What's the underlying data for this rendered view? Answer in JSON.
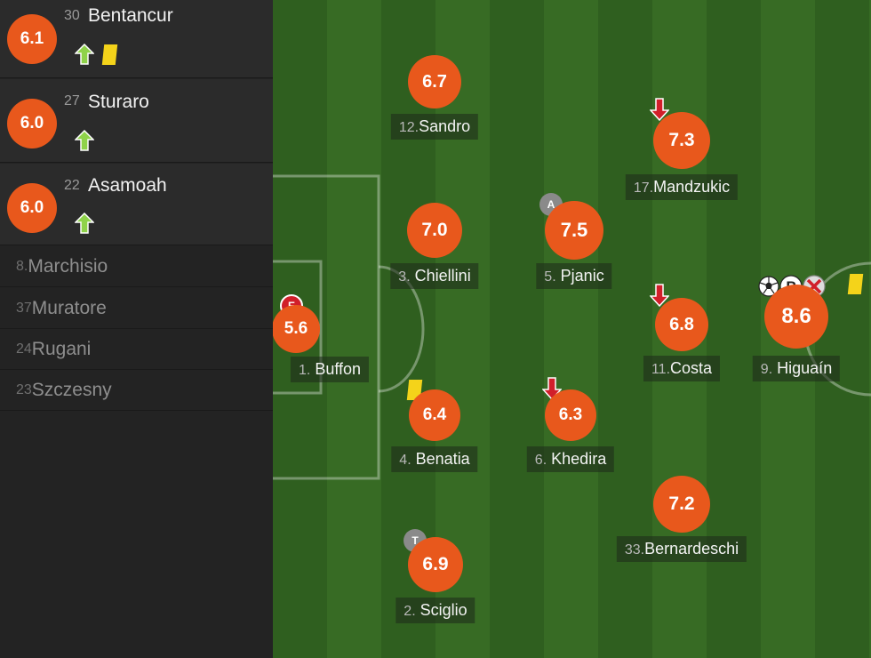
{
  "sidebar": {
    "substitutes_in": [
      {
        "rating": "6.1",
        "number": "30",
        "name": "Bentancur",
        "icons": [
          "sub-in-arrow-icon",
          "yellow-card-icon"
        ]
      },
      {
        "rating": "6.0",
        "number": "27",
        "name": "Sturaro",
        "icons": [
          "sub-in-arrow-icon"
        ]
      },
      {
        "rating": "6.0",
        "number": "22",
        "name": "Asamoah",
        "icons": [
          "sub-in-arrow-icon"
        ]
      }
    ],
    "bench": [
      {
        "number": "8.",
        "name": "Marchisio"
      },
      {
        "number": "37",
        "name": "Muratore"
      },
      {
        "number": "24",
        "name": "Rugani"
      },
      {
        "number": "23",
        "name": "Szczesny"
      }
    ]
  },
  "pitch": {
    "players": [
      {
        "rating": "6.7",
        "number": "12.",
        "name": "Sandro"
      },
      {
        "rating": "7.0",
        "number": "3.",
        "name": "Chiellini"
      },
      {
        "rating": "6.4",
        "number": "4.",
        "name": "Benatia",
        "icons": [
          "yellow-card-icon"
        ]
      },
      {
        "rating": "6.9",
        "number": "2.",
        "name": "Sciglio",
        "badge": "T"
      },
      {
        "rating": "7.5",
        "number": "5.",
        "name": "Pjanic",
        "badge": "A"
      },
      {
        "rating": "6.3",
        "number": "6.",
        "name": "Khedira",
        "icons": [
          "sub-out-arrow-icon"
        ]
      },
      {
        "rating": "7.3",
        "number": "17.",
        "name": "Mandzukic",
        "icons": [
          "sub-out-arrow-icon"
        ]
      },
      {
        "rating": "6.8",
        "number": "11.",
        "name": "Costa",
        "icons": [
          "sub-out-arrow-icon"
        ]
      },
      {
        "rating": "7.2",
        "number": "33.",
        "name": "Bernardeschi"
      },
      {
        "rating": "8.6",
        "number": "9.",
        "name": "Higuaín",
        "icons": [
          "goal-ball-icon",
          "penalty-scored-icon",
          "penalty-missed-icon",
          "yellow-card-icon"
        ]
      },
      {
        "rating": "5.6",
        "number": "1.",
        "name": "Buffon",
        "badge": "E"
      }
    ]
  },
  "colors": {
    "rating_bg": "#e8581c",
    "pitch_dark": "#2f5f1f",
    "pitch_light": "#376b24",
    "sidebar_bg": "#232323",
    "card_yellow": "#f4d31a",
    "arrow_in": "#8fd24a",
    "arrow_out": "#d11f2a"
  }
}
